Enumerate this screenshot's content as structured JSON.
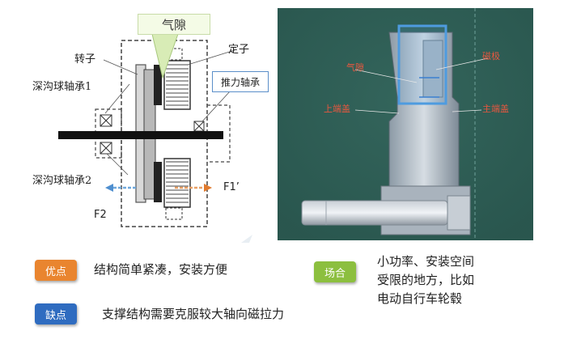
{
  "diagram": {
    "air_gap": "气隙",
    "rotor": "转子",
    "stator": "定子",
    "bearing1": "深沟球轴承1",
    "thrust_bearing": "推力轴承",
    "bearing2": "深沟球轴承2",
    "force_left": "F2",
    "force_right": "F1’"
  },
  "photo": {
    "air_gap": "气隙",
    "magnet": "磁极",
    "upper_cover": "上端盖",
    "main_cover": "主端盖",
    "bg_color": "#2f5f56"
  },
  "legend": {
    "advantage_tag": "优点",
    "advantage_text": "结构简单紧凑，安装方便",
    "disadvantage_tag": "缺点",
    "disadvantage_text": "支撑结构需要克服较大轴向磁拉力",
    "scenario_tag": "场合",
    "scenario_lines": [
      "小功率、安装空间",
      "受限的地方，比如",
      "电动自行车轮毂"
    ],
    "colors": {
      "advantage": "#e9852f",
      "disadvantage": "#2f6cc0",
      "scenario": "#8cbf3f"
    }
  }
}
